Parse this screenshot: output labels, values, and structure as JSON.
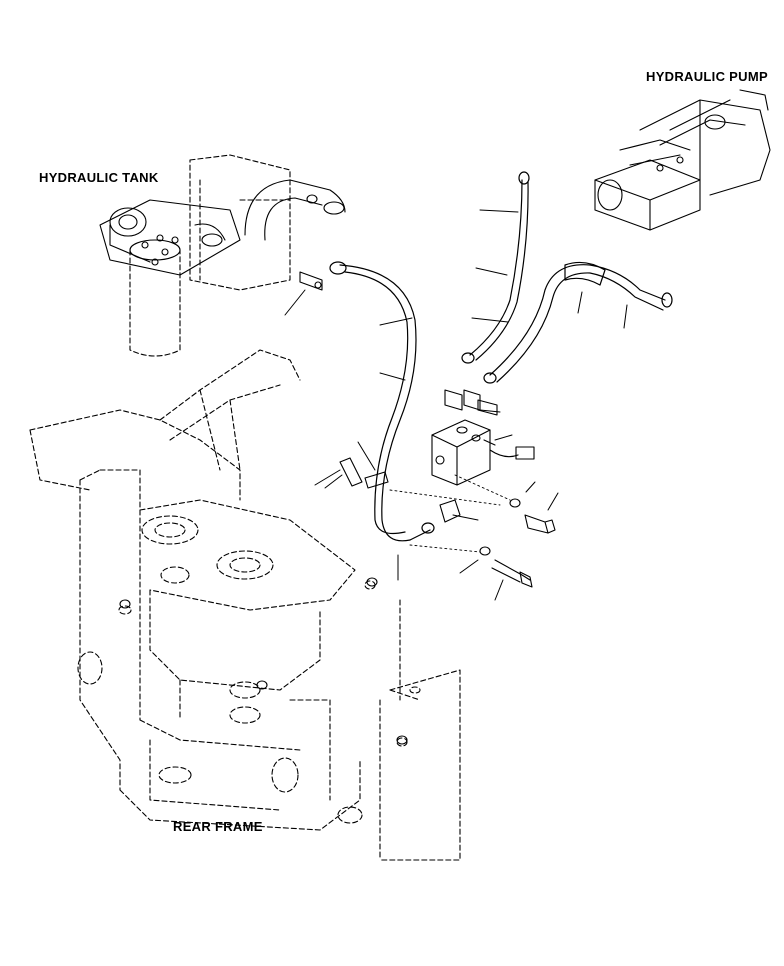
{
  "labels": {
    "hydraulic_tank": "HYDRAULIC TANK",
    "hydraulic_pump": "HYDRAULIC PUMP",
    "rear_frame": "REAR FRAME"
  },
  "colors": {
    "line": "#000000",
    "background": "#ffffff"
  }
}
